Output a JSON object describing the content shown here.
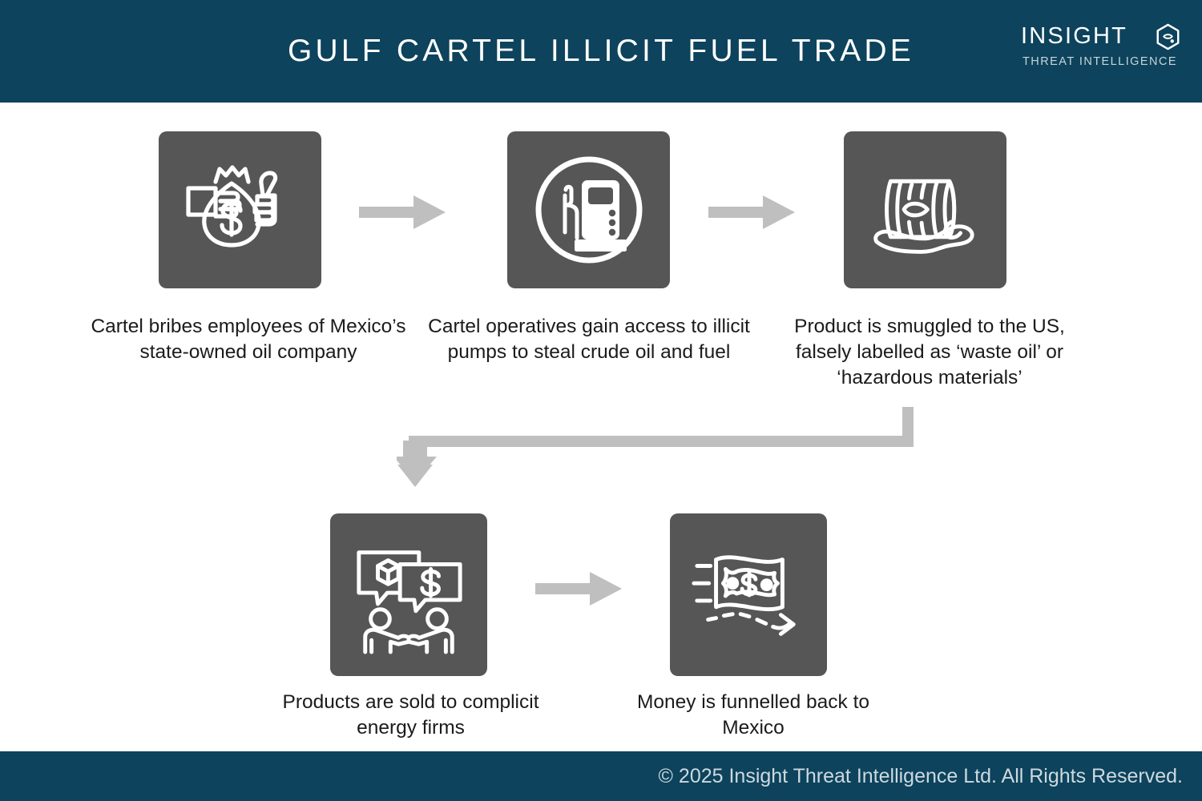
{
  "header": {
    "title": "GULF CARTEL ILLICIT FUEL TRADE",
    "logo_word": "INSIGHT",
    "logo_sub": "THREAT INTELLIGENCE",
    "logo_mark_icon": "hexagon-dot-icon",
    "background_color": "#0d435c"
  },
  "footer": {
    "copyright": "© 2025 Insight Threat Intelligence Ltd. All Rights Reserved.",
    "background_color": "#0d435c",
    "text_color": "#cdd9df"
  },
  "theme": {
    "tile_color": "#565656",
    "arrow_color": "#bfbfbf",
    "icon_color": "#ffffff",
    "caption_color": "#1b1b1b",
    "page_background": "#ffffff"
  },
  "flow": {
    "steps": [
      {
        "order": 1,
        "icon": "money-bag-handoff-icon",
        "caption": "Cartel bribes employees of Mexico’s state-owned oil company"
      },
      {
        "order": 2,
        "icon": "fuel-pump-circle-icon",
        "caption": "Cartel operatives gain access to illicit pumps to steal crude oil and fuel"
      },
      {
        "order": 3,
        "icon": "oil-drum-spill-icon",
        "caption": "Product is smuggled to the US, falsely labelled as ‘waste oil’ or ‘hazardous materials’"
      },
      {
        "order": 4,
        "icon": "handshake-deal-icon",
        "caption": "Products are sold to complicit energy firms"
      },
      {
        "order": 5,
        "icon": "money-transfer-icon",
        "caption": "Money is funnelled back to Mexico"
      }
    ],
    "connectors": [
      {
        "from": 1,
        "to": 2,
        "type": "arrow-right"
      },
      {
        "from": 2,
        "to": 3,
        "type": "arrow-right"
      },
      {
        "from": 3,
        "to": 4,
        "type": "elbow-down-left"
      },
      {
        "from": 4,
        "to": 5,
        "type": "arrow-right"
      }
    ]
  }
}
